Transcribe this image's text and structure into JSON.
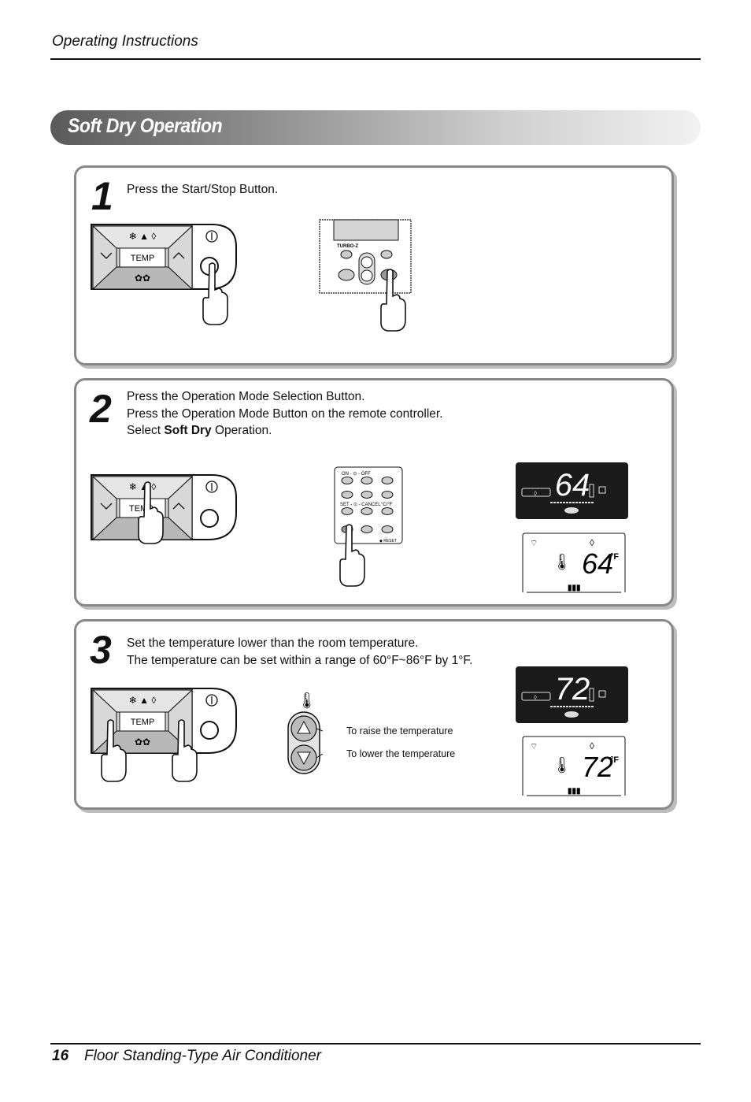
{
  "header": {
    "title": "Operating Instructions"
  },
  "section": {
    "title": "Soft Dry Operation"
  },
  "steps": [
    {
      "number": "1",
      "lines": [
        "Press the Start/Stop Button."
      ]
    },
    {
      "number": "2",
      "lines": [
        "Press the Operation Mode Selection Button.",
        "Press the Operation Mode Button on the remote controller."
      ],
      "select_prefix": "Select ",
      "select_bold": "Soft Dry",
      "select_suffix": " Operation."
    },
    {
      "number": "3",
      "lines": [
        "Set the temperature lower than the room temperature.",
        "The temperature can be set within a range of 60°F~86°F by 1°F."
      ],
      "raise_label": "To raise the temperature",
      "lower_label": "To lower the temperature"
    }
  ],
  "panel": {
    "temp_label": "TEMP"
  },
  "remote1": {
    "turbo_label": "TURBO-Z"
  },
  "remote2": {
    "on_off": "ON - ⊙ - OFF",
    "set_cancel": "SET - ⊙ - CANCEL",
    "c_f": "°C/°F",
    "reset": "◆ RESET"
  },
  "displays": [
    {
      "value": "64",
      "unit": "°F"
    },
    {
      "value": "72",
      "unit": "°F"
    }
  ],
  "footer": {
    "page_number": "16",
    "title": "Floor Standing-Type Air Conditioner"
  }
}
